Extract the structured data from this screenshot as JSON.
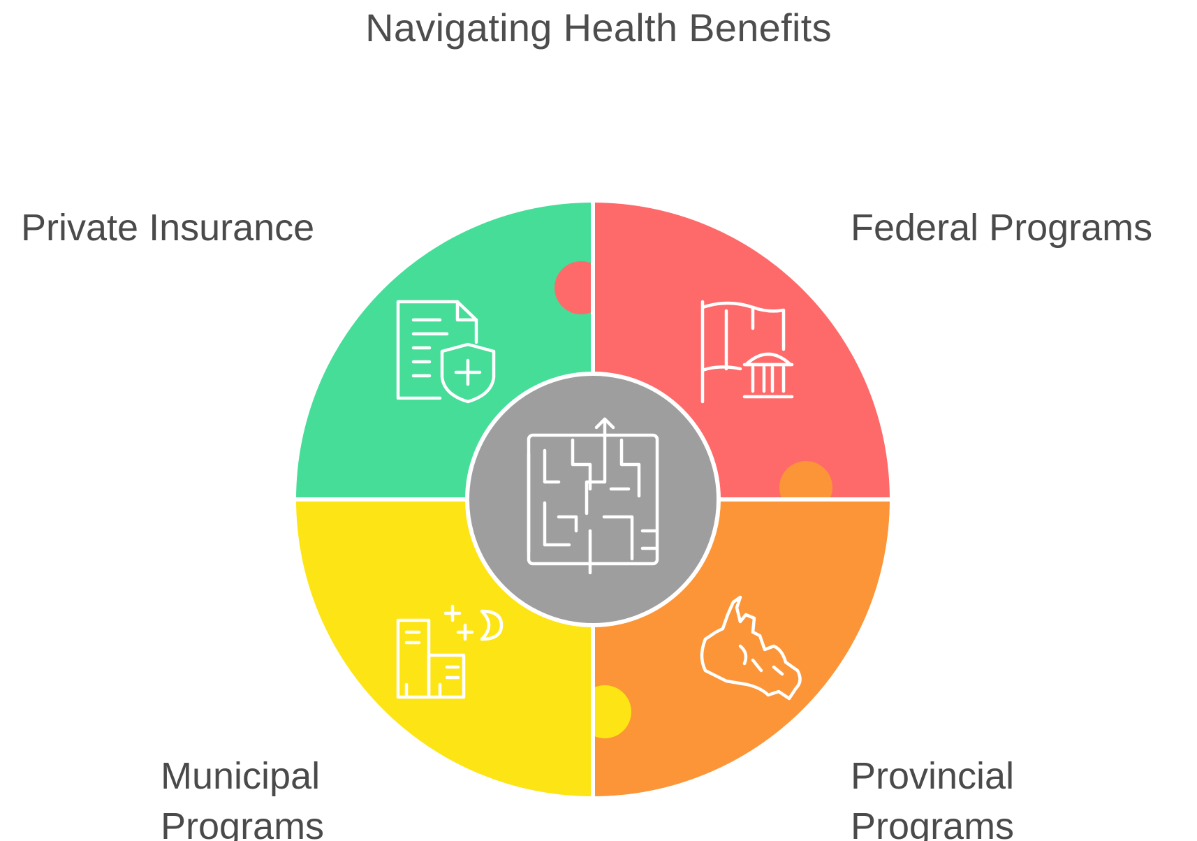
{
  "title": "Navigating Health Benefits",
  "center": {
    "icon": "maze-icon",
    "color": "#9e9e9e"
  },
  "segments": [
    {
      "id": "private",
      "label": "Private Insurance",
      "label_lines": [
        "Private Insurance"
      ],
      "color": "#45dd98",
      "icon": "insurance-document-shield-icon",
      "position": "top-left"
    },
    {
      "id": "federal",
      "label": "Federal Programs",
      "label_lines": [
        "Federal Programs"
      ],
      "color": "#fe6a6a",
      "icon": "flag-government-building-icon",
      "position": "top-right"
    },
    {
      "id": "provincial",
      "label": "Provincial Programs",
      "label_lines": [
        "Provincial",
        "Programs"
      ],
      "color": "#fb9538",
      "icon": "canada-map-icon",
      "position": "bottom-right"
    },
    {
      "id": "municipal",
      "label": "Municipal Programs",
      "label_lines": [
        "Municipal",
        "Programs"
      ],
      "color": "#fde414",
      "icon": "city-buildings-night-icon",
      "position": "bottom-left"
    }
  ]
}
